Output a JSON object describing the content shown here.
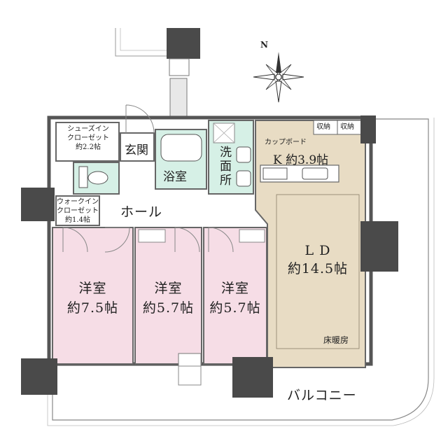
{
  "floor_plan": {
    "rooms": {
      "shoes_closet": {
        "line1": "シューズイン",
        "line2": "クローゼット",
        "line3": "約2.2帖"
      },
      "entrance": "玄関",
      "bathroom": "浴室",
      "washroom": "洗面所",
      "kitchen": "K 約3.9帖",
      "cupboard": "カップボード",
      "storage_1": "収納",
      "storage_2": "収納",
      "walkin_closet": {
        "line1": "ウォークイン",
        "line2": "クローゼット",
        "line3": "約1.4帖"
      },
      "hall": "ホール",
      "living_dining": {
        "line1": "L D",
        "line2": "約14.5帖"
      },
      "floor_heating": "床暖房",
      "western_room_1": {
        "line1": "洋室",
        "line2": "約7.5帖"
      },
      "western_room_2": {
        "line1": "洋室",
        "line2": "約5.7帖"
      },
      "western_room_3": {
        "line1": "洋室",
        "line2": "約5.7帖"
      },
      "balcony": "バルコニー"
    },
    "compass": {
      "north_label": "N"
    },
    "colors": {
      "bedroom_fill": "#f6dde6",
      "living_fill": "#e8dcc4",
      "kitchen_fill": "#e8dcc4",
      "wet_area_fill": "#d6f0e6",
      "wall": "#555555",
      "column": "#4a4a4a",
      "outline": "#666666"
    }
  }
}
